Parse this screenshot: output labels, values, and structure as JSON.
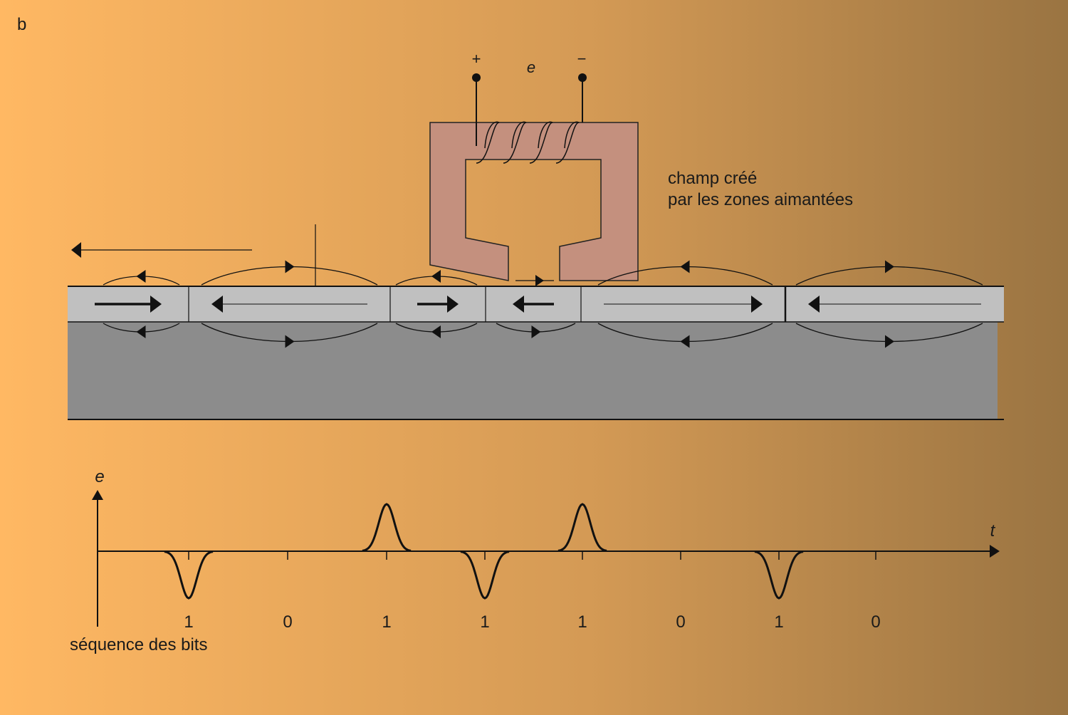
{
  "figure": {
    "panel_label": "b",
    "colors": {
      "bg_left": "#ffb863",
      "bg_right": "#9a7442",
      "track": "#c0c0c0",
      "substrate": "#8c8c8c",
      "head_core": "#c4907e",
      "ink": "#111111"
    }
  },
  "head": {
    "terminal_plus": "+",
    "terminal_minus": "−",
    "emf_symbol": "e",
    "field_caption_line1": "champ créé",
    "field_caption_line2": "par les zones aimantées"
  },
  "track": {
    "domains": [
      {
        "direction": "right"
      },
      {
        "direction": "left"
      },
      {
        "direction": "right"
      },
      {
        "direction": "left"
      },
      {
        "direction": "right"
      },
      {
        "direction": "left"
      }
    ]
  },
  "signal": {
    "y_axis_label": "e",
    "x_axis_label": "t",
    "bits": [
      "1",
      "0",
      "1",
      "1",
      "1",
      "0",
      "1",
      "0"
    ],
    "pulses": [
      -1,
      0,
      1,
      -1,
      1,
      0,
      -1,
      0
    ],
    "sequence_caption": "séquence des bits"
  }
}
